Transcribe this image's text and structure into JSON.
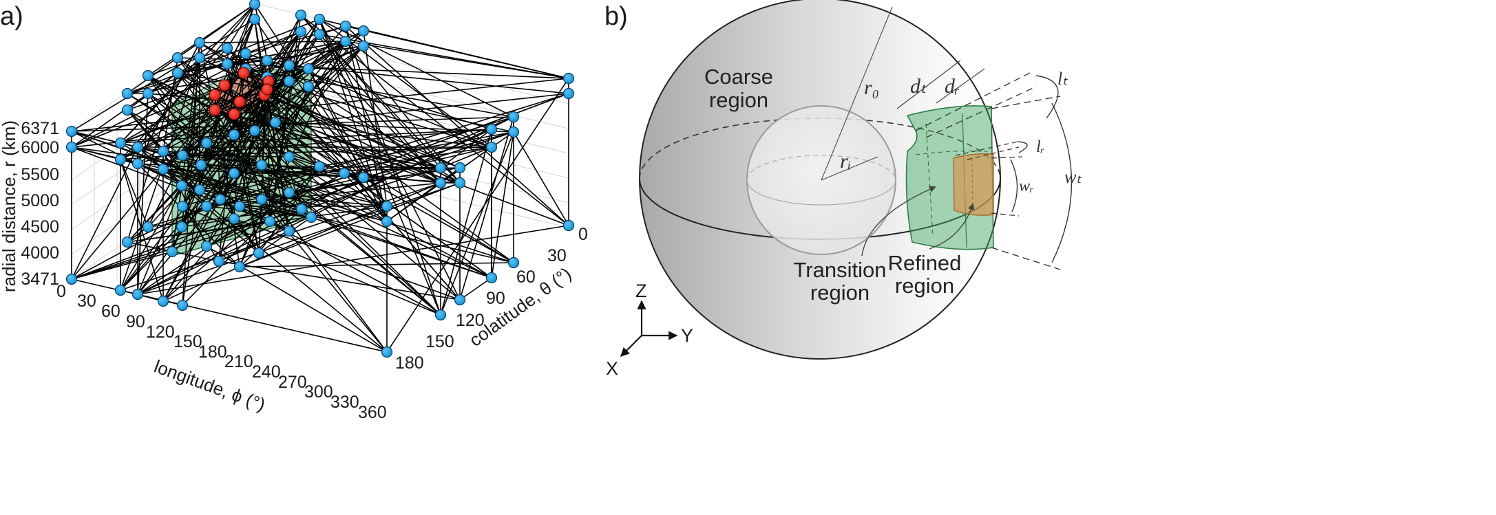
{
  "panel_a": {
    "label": "a)",
    "radial_axis": {
      "title": "radial distance, r (km)",
      "ticks": [
        "6371",
        "6000",
        "5500",
        "5000",
        "4500",
        "4000",
        "3471"
      ]
    },
    "longitude_axis": {
      "title": "longitude, ϕ (°)",
      "ticks": [
        "0",
        "30",
        "60",
        "90",
        "120",
        "150",
        "180",
        "210",
        "240",
        "270",
        "300",
        "330",
        "360"
      ]
    },
    "colatitude_axis": {
      "title": "colatitude, θ (°)",
      "ticks": [
        "0",
        "30",
        "60",
        "90",
        "120",
        "150",
        "180"
      ]
    },
    "colors": {
      "coarse_node": "#1a9de0",
      "refined_node": "#e8231f",
      "transition_volume": "#3aa35a",
      "refined_volume": "#e07b6a"
    }
  },
  "panel_b": {
    "label": "b)",
    "coarse_label_1": "Coarse",
    "coarse_label_2": "region",
    "transition_label_1": "Transition",
    "transition_label_2": "region",
    "refined_label_1": "Refined",
    "refined_label_2": "region",
    "symbols": {
      "ro": "r₀",
      "ri": "rᵢ",
      "dt": "dₜ",
      "dr": "dᵣ",
      "lt": "lₜ",
      "lr": "lᵣ",
      "wr": "wᵣ",
      "wt": "wₜ"
    },
    "axes": {
      "z": "Z",
      "y": "Y",
      "x": "X"
    },
    "colors": {
      "transition": "#3aa35a",
      "refined": "#d8914a"
    }
  }
}
